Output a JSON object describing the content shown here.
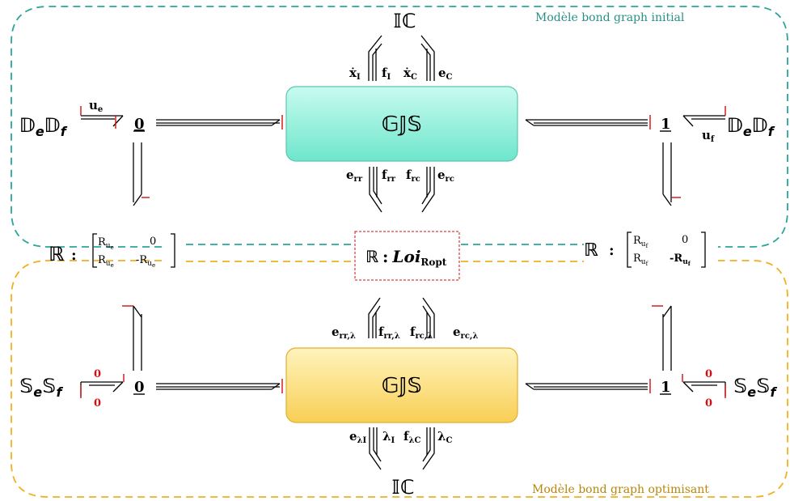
{
  "titles": {
    "initial": "Modèle bond graph initial",
    "optimising": "Modèle bond graph optimisant"
  },
  "colors": {
    "initial_border": "#2aa69a",
    "optimising_border": "#f0b020",
    "gjs_top_fill": "#8ff0dc",
    "gjs_bottom_fill": "#fde48a",
    "causal_stroke": "#d01010",
    "label_red": "#d01010"
  },
  "top": {
    "ic": "𝕀ℂ",
    "gjs": "𝔾𝕁𝕊",
    "left_source_a": "𝔻",
    "left_source_a_sub": "e",
    "left_source_b": "𝔻",
    "left_source_b_sub": "f",
    "right_source_a": "𝔻",
    "right_source_a_sub": "e",
    "right_source_b": "𝔻",
    "right_source_b_sub": "f",
    "junction_left": "0",
    "junction_right": "1",
    "u_left": "u",
    "u_left_sub": "e",
    "u_right": "u",
    "u_right_sub": "f",
    "ports_up": [
      {
        "main": "ẋ",
        "sub": "I"
      },
      {
        "main": "f",
        "sub": "I"
      },
      {
        "main": "ẋ",
        "sub": "C"
      },
      {
        "main": "e",
        "sub": "C"
      }
    ],
    "ports_down": [
      {
        "main": "e",
        "sub": "rr"
      },
      {
        "main": "f",
        "sub": "rr"
      },
      {
        "main": "f",
        "sub": "rc"
      },
      {
        "main": "e",
        "sub": "rc"
      }
    ]
  },
  "middle": {
    "r_symbol": "ℝ",
    "colon": ":",
    "loi": "Loi",
    "loi_sub": "Ropt",
    "left_matrix": [
      [
        {
          "main": "R",
          "sub": "u",
          "subsub": "e"
        },
        {
          "main": "0"
        }
      ],
      [
        {
          "main": "R",
          "sub": "u",
          "subsub": "e"
        },
        {
          "main": "-R",
          "sub": "u",
          "subsub": "e"
        }
      ]
    ],
    "right_matrix": [
      [
        {
          "main": "R",
          "sub": "u",
          "subsub": "f"
        },
        {
          "main": "0"
        }
      ],
      [
        {
          "main": "R",
          "sub": "u",
          "subsub": "f"
        },
        {
          "main": "-R",
          "sub": "u",
          "subsub": "f"
        }
      ]
    ]
  },
  "bottom": {
    "ic": "𝕀ℂ",
    "gjs": "𝔾𝕁𝕊",
    "left_source_a": "𝕊",
    "left_source_a_sub": "e",
    "left_source_b": "𝕊",
    "left_source_b_sub": "f",
    "right_source_a": "𝕊",
    "right_source_a_sub": "e",
    "right_source_b": "𝕊",
    "right_source_b_sub": "f",
    "junction_left": "0",
    "junction_right": "1",
    "zero_label": "0",
    "ports_up": [
      {
        "main": "e",
        "sub": "rr,λ"
      },
      {
        "main": "f",
        "sub": "rr,λ"
      },
      {
        "main": "f",
        "sub": "rc,λ"
      },
      {
        "main": "e",
        "sub": "rc,λ"
      }
    ],
    "ports_down": [
      {
        "main": "e",
        "sub": "λI"
      },
      {
        "main": "λ",
        "sub": "I"
      },
      {
        "main": "f",
        "sub": "λC"
      },
      {
        "main": "λ",
        "sub": "C"
      }
    ]
  }
}
